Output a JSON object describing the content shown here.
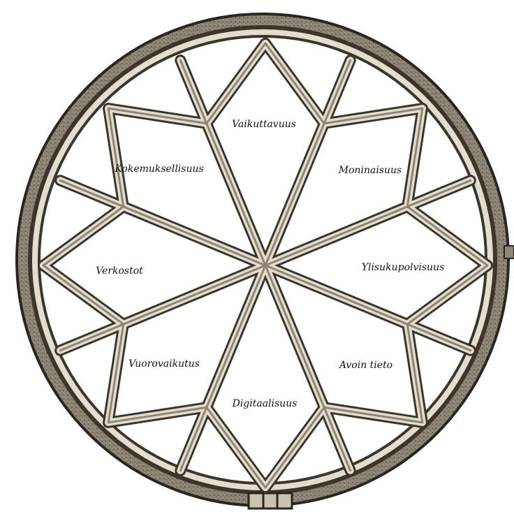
{
  "title": "",
  "colors": {
    "frame_dark": "#3b352a",
    "frame_mid": "#8d8576",
    "frame_light": "#e3ddd0",
    "glass": "#ffffff"
  },
  "petals": [
    {
      "id": "vaikuttavuus",
      "label": "Vaikuttavuus"
    },
    {
      "id": "moninaisuus",
      "label": "Moninaisuus"
    },
    {
      "id": "ylisukupolvisuus",
      "label": "Ylisukupolvisuus"
    },
    {
      "id": "avoin-tieto",
      "label": "Avoin tieto"
    },
    {
      "id": "digitaalisuus",
      "label": "Digitaalisuus"
    },
    {
      "id": "vuorovaikutus",
      "label": "Vuorovaikutus"
    },
    {
      "id": "verkostot",
      "label": "Verkostot"
    },
    {
      "id": "kokemuksellisuus",
      "label": "Kokemuksellisuus"
    }
  ]
}
